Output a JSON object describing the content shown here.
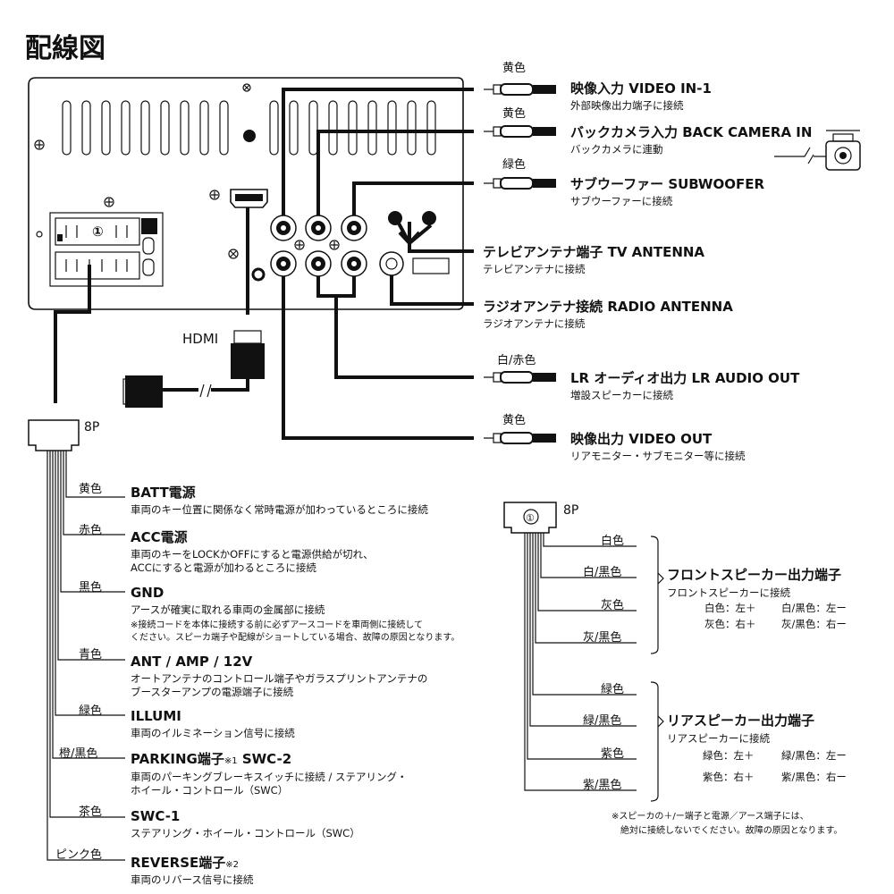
{
  "title": "配線図",
  "hdmi_label": "HDMI",
  "unit_plug_number": "①",
  "right_connectors": [
    {
      "color": "黄色",
      "label": "映像入力 VIDEO IN-1",
      "sub": "外部映像出力端子に接続"
    },
    {
      "color": "黄色",
      "label": "バックカメラ入力 BACK CAMERA IN",
      "sub": "バックカメラに連動"
    },
    {
      "color": "緑色",
      "label": "サブウーファー SUBWOOFER",
      "sub": "サブウーファーに接続"
    },
    {
      "color": "",
      "label": "テレビアンテナ端子 TV ANTENNA",
      "sub": "テレビアンテナに接続"
    },
    {
      "color": "",
      "label": "ラジオアンテナ接続 RADIO ANTENNA",
      "sub": "ラジオアンテナに接続"
    },
    {
      "color": "白/赤色",
      "label": "LR オーディオ出力 LR AUDIO OUT",
      "sub": "増設スピーカーに接続"
    },
    {
      "color": "黄色",
      "label": "映像出力 VIDEO OUT",
      "sub": "リアモニター・サブモニター等に接続"
    }
  ],
  "power_harness": {
    "pins_label": "8P",
    "wires": [
      {
        "color": "黄色",
        "label": "BATT電源",
        "desc": [
          "車両のキー位置に関係なく常時電源が加わっているところに接続"
        ]
      },
      {
        "color": "赤色",
        "label": "ACC電源",
        "desc": [
          "車両のキーをLOCKかOFFにすると電源供給が切れ、",
          "ACCにすると電源が加わるところに接続"
        ]
      },
      {
        "color": "黒色",
        "label": "GND",
        "desc": [
          "アースが確実に取れる車両の金属部に接続"
        ],
        "note": [
          "※接続コードを本体に接続する前に必ずアースコードを車両側に接続して",
          "ください。スピーカ端子や配線がショートしている場合、故障の原因となります。"
        ]
      },
      {
        "color": "青色",
        "label": "ANT / AMP / 12V",
        "desc": [
          "オートアンテナのコントロール端子やガラスプリントアンテナの",
          "ブースターアンプの電源端子に接続"
        ]
      },
      {
        "color": "緑色",
        "label": "ILLUMI",
        "desc": [
          "車両のイルミネーション信号に接続"
        ]
      },
      {
        "color": "橙/黒色",
        "label": "PARKING端子",
        "label_mark": "※1",
        "label_tail": " SWC-2",
        "desc": [
          "車両のパーキングブレーキスイッチに接続 / ステアリング・",
          "ホイール・コントロール（SWC）"
        ]
      },
      {
        "color": "茶色",
        "label": "SWC-1",
        "desc": [
          "ステアリング・ホイール・コントロール（SWC）"
        ]
      },
      {
        "color": "ピンク色",
        "label": "REVERSE端子",
        "label_mark": "※2",
        "desc": [
          "車両のリバース信号に接続"
        ]
      }
    ]
  },
  "speaker_harness": {
    "pins_label": "8P",
    "plug_number": "①",
    "wires": [
      "白色",
      "白/黒色",
      "灰色",
      "灰/黒色",
      "緑色",
      "緑/黒色",
      "紫色",
      "紫/黒色"
    ],
    "front": {
      "label": "フロントスピーカー出力端子",
      "sub": "フロントスピーカーに接続",
      "map": [
        [
          "白色：左＋",
          "白/黒色：左ー"
        ],
        [
          "灰色：右＋",
          "灰/黒色：右ー"
        ]
      ]
    },
    "rear": {
      "label": "リアスピーカー出力端子",
      "sub": "リアスピーカーに接続",
      "map": [
        [
          "緑色：左＋",
          "緑/黒色：左ー"
        ],
        [
          "紫色：右＋",
          "紫/黒色：右ー"
        ]
      ]
    },
    "note": [
      "※スピーカの＋/ー端子と電源／アース端子には、",
      "絶対に接続しないでください。故障の原因となります。"
    ]
  }
}
